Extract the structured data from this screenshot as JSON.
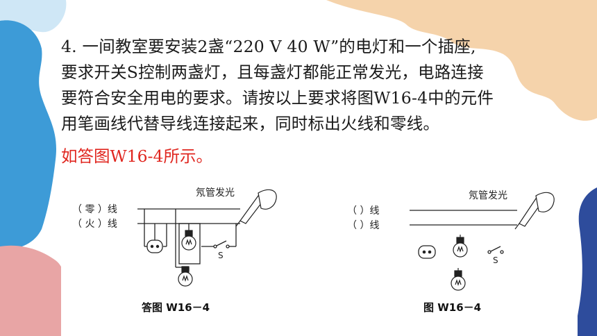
{
  "question": {
    "lines": [
      "4. 一间教室要安装2盏“220 V  40 W”的电灯和一个插座,",
      "要求开关S控制两盏灯，且每盏灯都能正常发光，电路连接",
      "要符合安全用电的要求。请按以上要求将图W16-4中的元件",
      "用笔画线代替导线连接起来，同时标出火线和零线。"
    ]
  },
  "answer": {
    "text": "如答图W16-4所示。"
  },
  "answer_figure": {
    "caption": "答图 W16－4",
    "neon_label": "氖管发光",
    "line_top_label": "（  零  ）线",
    "line_bottom_label": "（  火  ）线",
    "switch_label": "S"
  },
  "question_figure": {
    "caption": "图 W16－4",
    "neon_label": "氖管发光",
    "line_top_label": "（        ）线",
    "line_bottom_label": "（        ）线",
    "switch_label": "S"
  },
  "colors": {
    "red_text": "#e0261f",
    "blob_peach": "#f5d3ab",
    "blob_blue": "#3b9bd6",
    "blob_pink": "#e8a5a5",
    "blob_navy": "#2d4b9a",
    "blob_lightblue": "#bfe0f3"
  }
}
